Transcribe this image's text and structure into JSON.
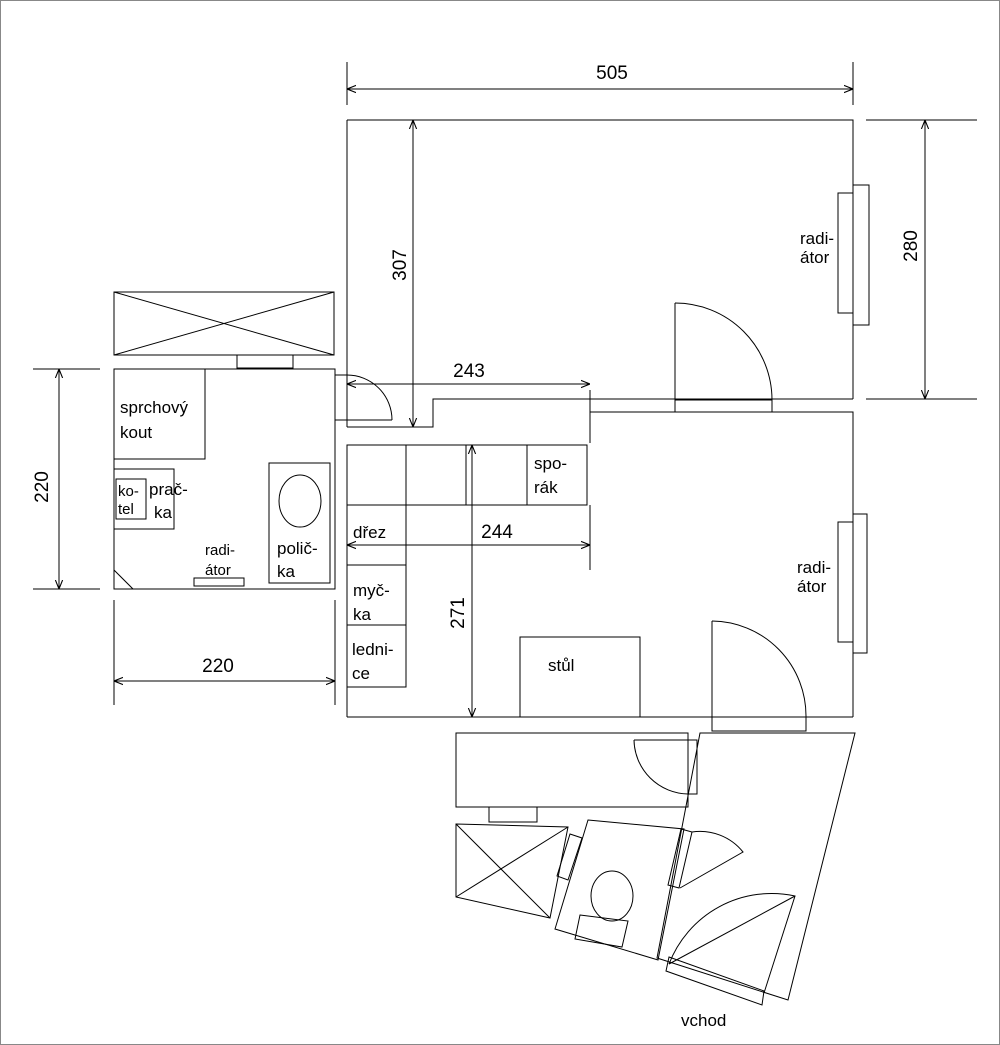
{
  "dimensions": {
    "top_width": "505",
    "room_height": "307",
    "right_height": "280",
    "bath_height": "220",
    "bath_width": "220",
    "corridor_width": "243",
    "kitchen_width": "244",
    "kitchen_height": "271"
  },
  "labels": {
    "shower_l1": "sprchový",
    "shower_l2": "kout",
    "boiler_l1": "ko-",
    "boiler_l2": "tel",
    "washer_l1": "prač-",
    "washer_l2": "ka",
    "shelf_l1": "polič-",
    "shelf_l2": "ka",
    "bath_radiator_l1": "radi-",
    "bath_radiator_l2": "átor",
    "room_radiator_l1": "radi-",
    "room_radiator_l2": "átor",
    "kitchen_radiator_l1": "radi-",
    "kitchen_radiator_l2": "átor",
    "stove_l1": "spo-",
    "stove_l2": "rák",
    "sink": "dřez",
    "dishwasher_l1": "myč-",
    "dishwasher_l2": "ka",
    "fridge_l1": "ledni-",
    "fridge_l2": "ce",
    "table": "stůl",
    "entrance": "vchod"
  }
}
